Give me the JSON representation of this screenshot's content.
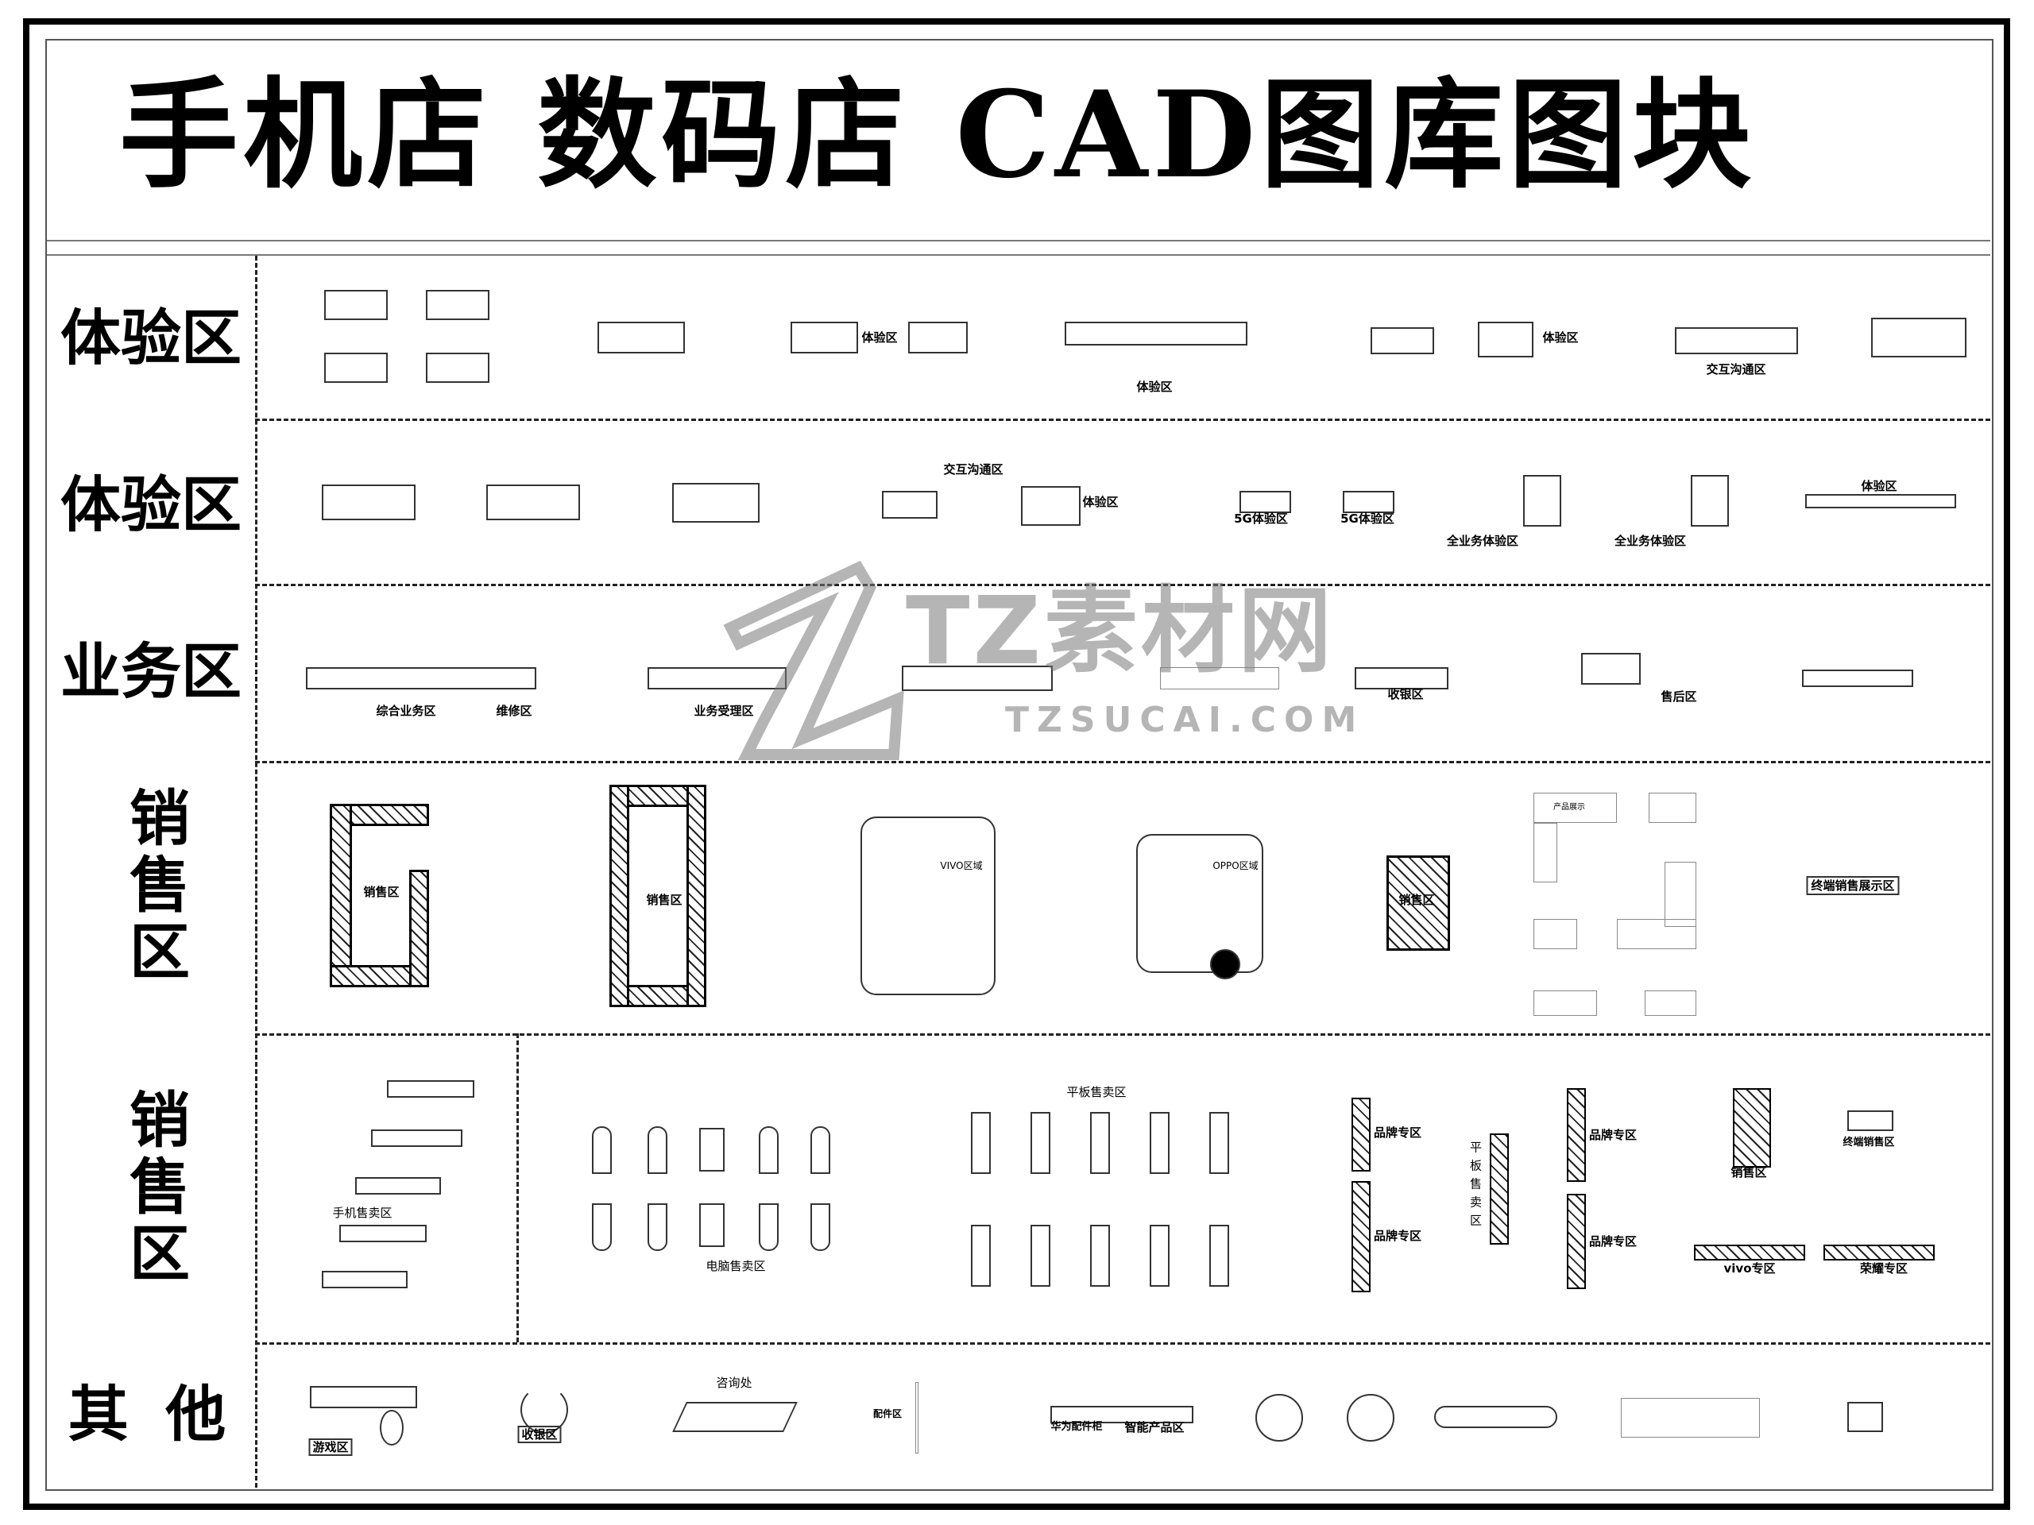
{
  "title": "手机店  数码店  CAD图库图块",
  "rows": [
    {
      "label": "体验区",
      "items": [
        "体验区",
        "体验区",
        "体验区",
        "交互沟通区"
      ]
    },
    {
      "label": "体验区",
      "items": [
        "交互沟通区",
        "体验区",
        "5G体验区",
        "5G体验区",
        "全业务体验区",
        "全业务体验区",
        "体验区"
      ]
    },
    {
      "label": "业务区",
      "items": [
        "综合业务区",
        "维修区",
        "业务受理区",
        "收银区",
        "售后区"
      ]
    },
    {
      "label": "销售区",
      "items": [
        "销售区",
        "销售区",
        "VIVO区域",
        "OPPO区域",
        "销售区",
        "产品展示",
        "终端销售展示区"
      ]
    },
    {
      "label": "销售区",
      "items": [
        "手机售卖区",
        "电脑售卖区",
        "平板售卖区",
        "品牌专区",
        "品牌专区",
        "平板售卖区",
        "品牌专区",
        "品牌专区",
        "销售区",
        "终端销售区",
        "vivo专区",
        "荣耀专区"
      ]
    },
    {
      "label": "其 他",
      "items": [
        "游戏区",
        "收银区",
        "咨询处",
        "配件区",
        "华为配件柜",
        "智能产品区"
      ]
    }
  ],
  "watermark": {
    "logo_text": "TZ素材网",
    "url_text": "TZSUCAI.COM"
  },
  "colors": {
    "line": "#000000",
    "background": "#ffffff",
    "watermark": "#787878"
  }
}
